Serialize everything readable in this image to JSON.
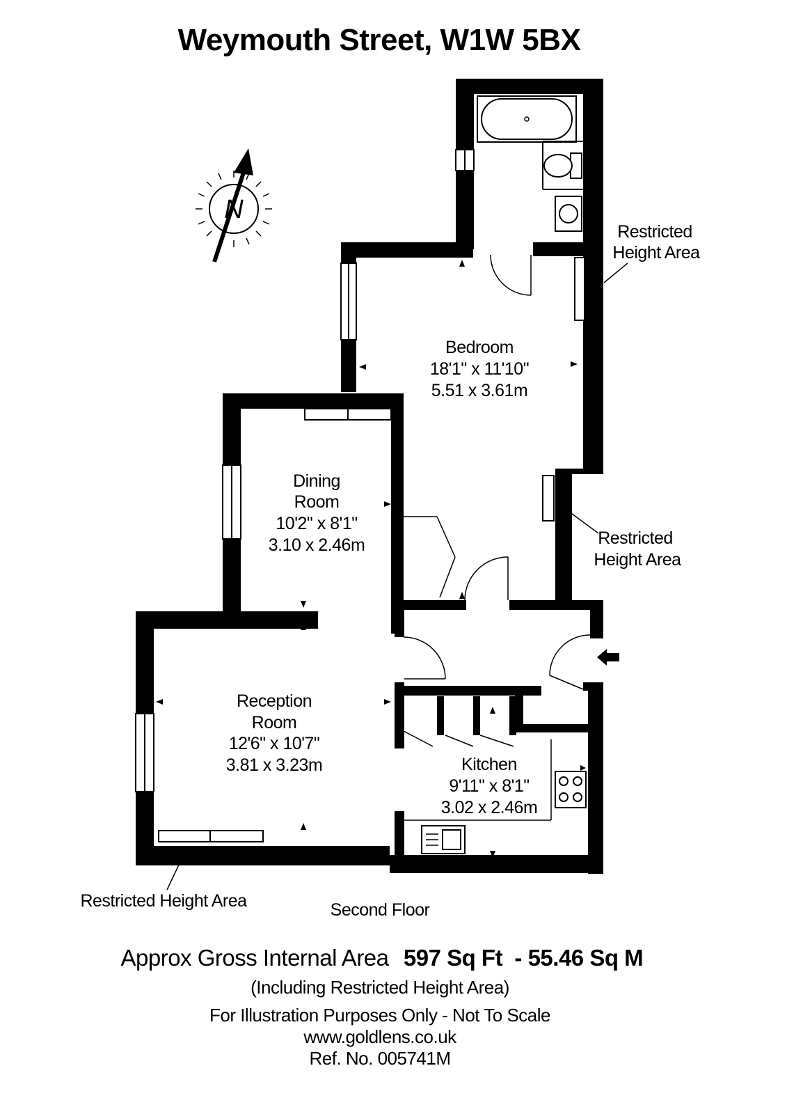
{
  "title": "Weymouth Street, W1W 5BX",
  "compass": {
    "label": "N"
  },
  "rooms": [
    {
      "id": "bedroom",
      "name": [
        "Bedroom"
      ],
      "imperial": "18'1\" x 11'10\"",
      "metric": "5.51 x 3.61m"
    },
    {
      "id": "dining",
      "name": [
        "Dining",
        "Room"
      ],
      "imperial": "10'2\" x 8'1\"",
      "metric": "3.10 x 2.46m"
    },
    {
      "id": "reception",
      "name": [
        "Reception",
        "Room"
      ],
      "imperial": "12'6\" x 10'7\"",
      "metric": "3.81 x 3.23m"
    },
    {
      "id": "kitchen",
      "name": [
        "Kitchen"
      ],
      "imperial": "9'11\" x 8'1\"",
      "metric": "3.02 x 2.46m"
    }
  ],
  "restricted_labels": [
    {
      "id": "top",
      "lines": [
        "Restricted",
        "Height Area"
      ]
    },
    {
      "id": "mid",
      "lines": [
        "Restricted",
        "Height Area"
      ]
    },
    {
      "id": "bottom",
      "lines": [
        "Restricted Height Area"
      ]
    }
  ],
  "floor_label": "Second Floor",
  "area": {
    "label": "Approx Gross Internal Area",
    "value": "597 Sq Ft  - 55.46 Sq M",
    "note": "(Including Restricted Height Area)"
  },
  "footer": {
    "disclaimer": "For Illustration Purposes Only - Not To Scale",
    "website": "www.goldlens.co.uk",
    "ref": "Ref. No. 005741M"
  }
}
